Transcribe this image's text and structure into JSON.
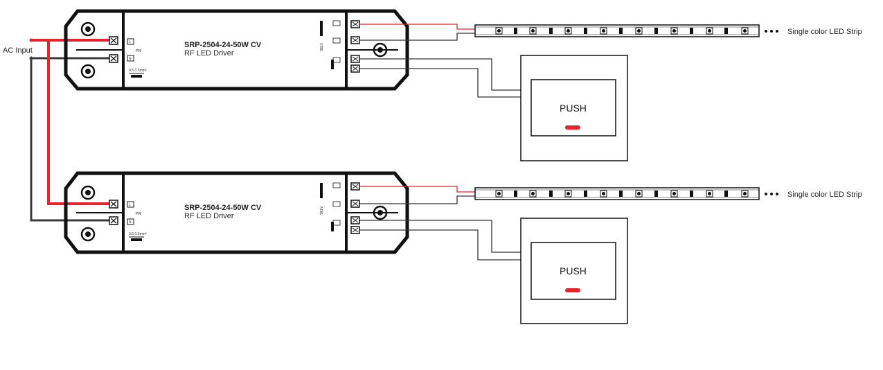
{
  "ac_input": "AC Input",
  "drivers": [
    {
      "model": "SRP-2504-24-50W CV",
      "type": "RF LED Driver",
      "input_l": "L",
      "input_n": "N",
      "pri": "PRI",
      "selv": "SELV",
      "cable_spec": "0.5-1.5mm²",
      "strip_label": "Single color LED Strip",
      "push_label": "PUSH"
    },
    {
      "model": "SRP-2504-24-50W CV",
      "type": "RF LED Driver",
      "input_l": "L",
      "input_n": "N",
      "pri": "PRI",
      "selv": "SELV",
      "cable_spec": "0.5-1.5mm²",
      "strip_label": "Single color LED Strip",
      "push_label": "PUSH"
    }
  ],
  "colors": {
    "live_wire": "#e8232b",
    "neutral_wire": "#3a3a3a",
    "outline": "#111111",
    "indicator": "#e8232b"
  }
}
